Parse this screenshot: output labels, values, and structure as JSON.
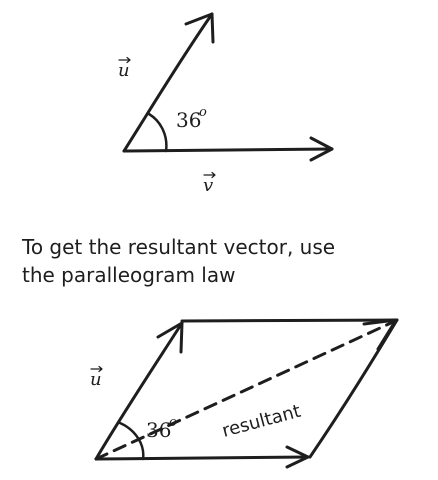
{
  "top_diagram": {
    "u_label": "u",
    "v_label": "v",
    "angle_label": "36",
    "angle_sup": "o"
  },
  "caption": {
    "line1": "To get the resultant vector, use",
    "line2": "the paralleogram law"
  },
  "bottom_diagram": {
    "u_label": "u",
    "angle_label": "36",
    "angle_sup": "o",
    "resultant_label": "resultant"
  },
  "colors": {
    "ink": "#1e1e1e",
    "background": "#ffffff"
  }
}
